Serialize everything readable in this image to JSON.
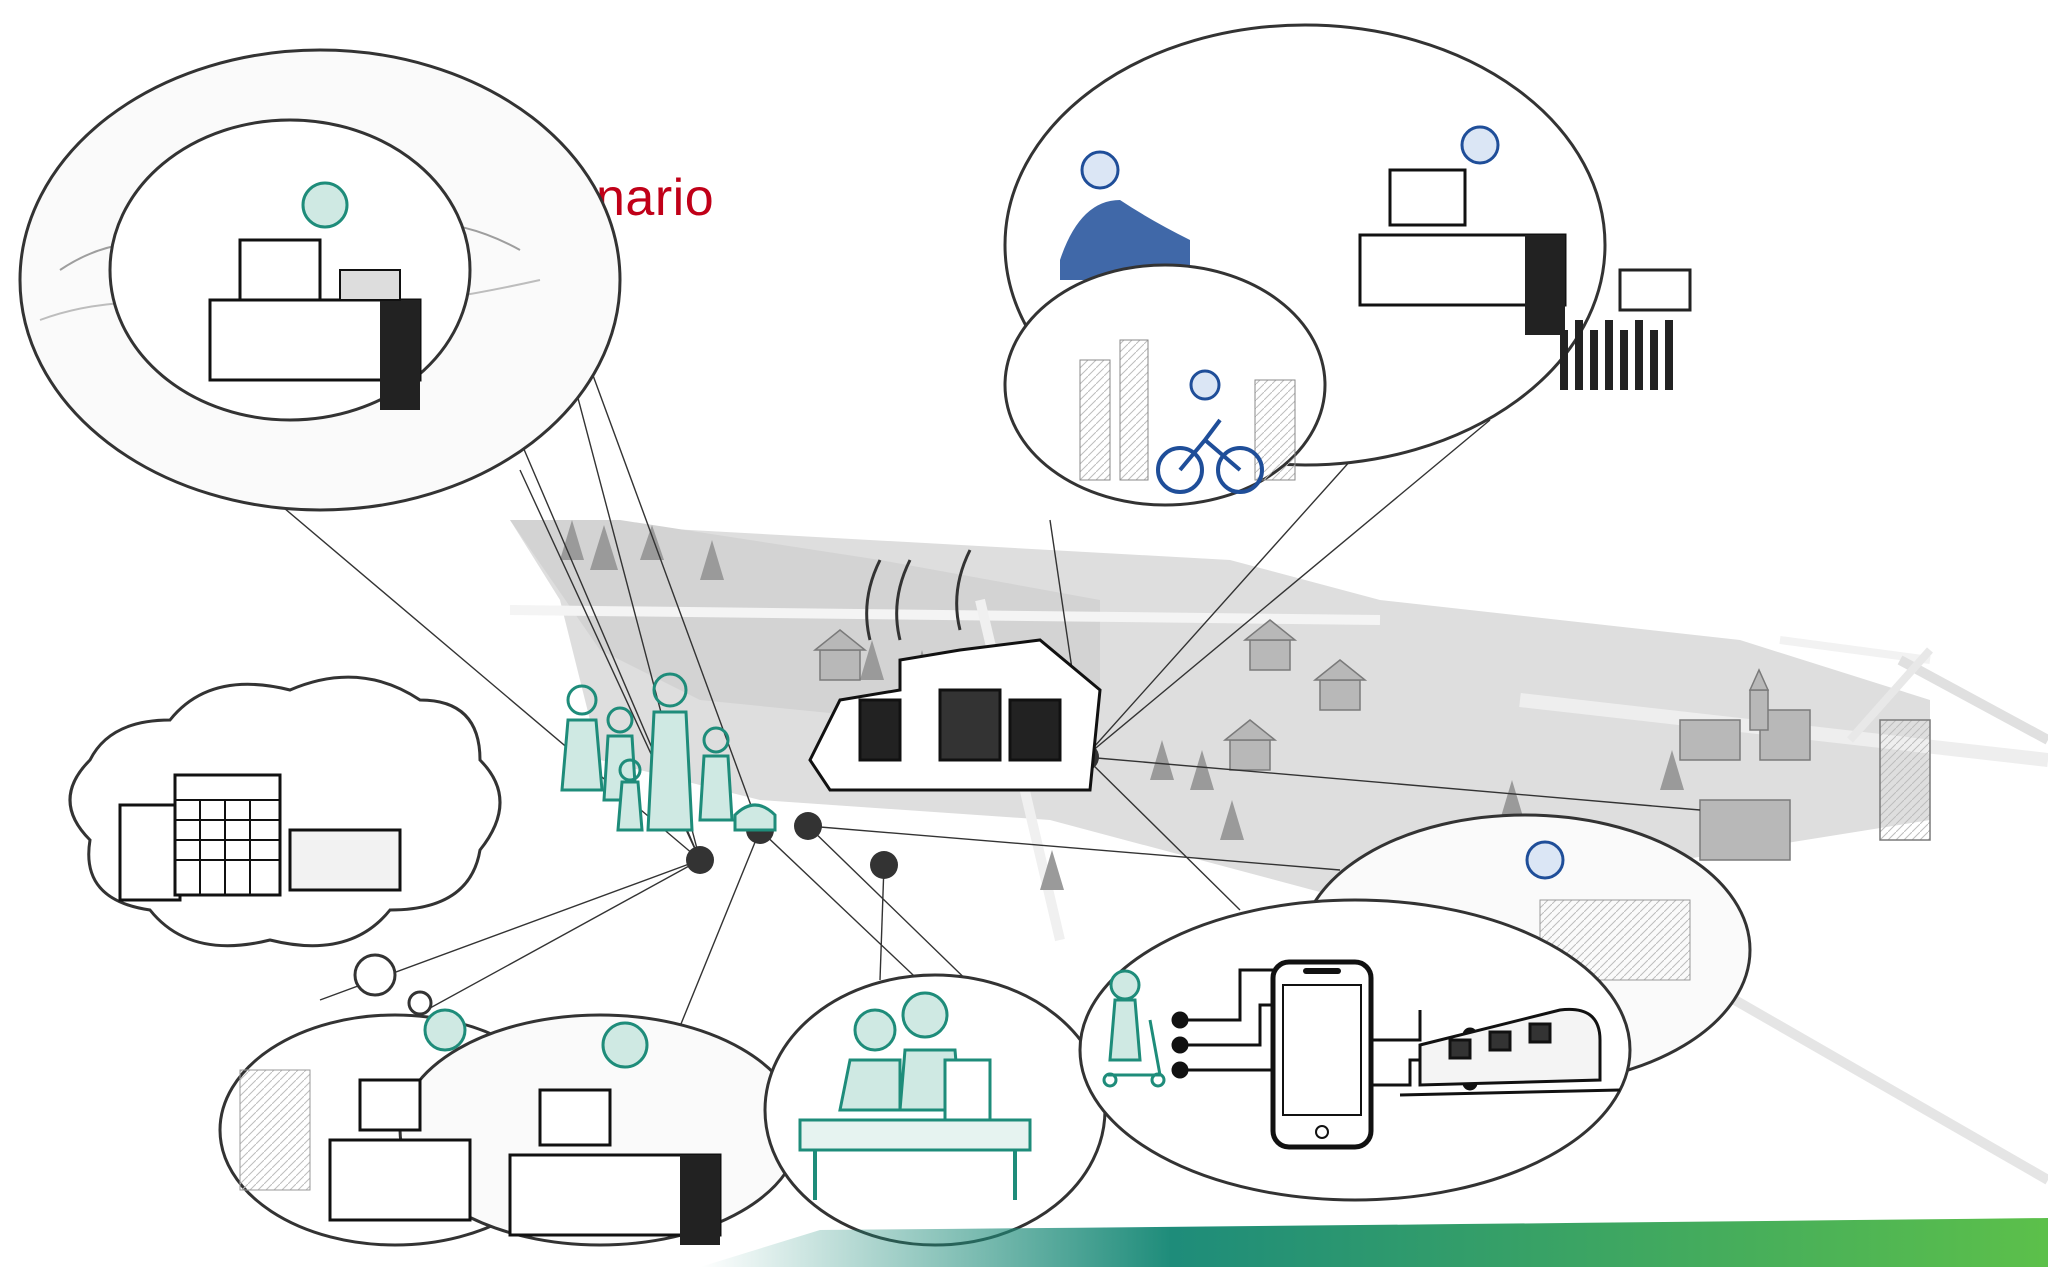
{
  "slide": {
    "title_fragment": "nario",
    "colors": {
      "accent_red": "#c00018",
      "teal": "#1e8c7a",
      "blue": "#1f4e99",
      "ink": "#1a1a1a",
      "map_grey": "#d9d9d9",
      "footer_start": "#1e8c7a",
      "footer_end": "#5cc04a"
    }
  },
  "scenes": [
    {
      "id": "home-office",
      "icon": "desk-worker-icon",
      "theme": "teal"
    },
    {
      "id": "family",
      "icon": "family-group-icon",
      "theme": "teal"
    },
    {
      "id": "factory",
      "icon": "factory-icon",
      "theme": "ink"
    },
    {
      "id": "executive-office",
      "icon": "businessman-icon",
      "theme": "blue"
    },
    {
      "id": "city-cyclist",
      "icon": "bicycle-icon",
      "theme": "blue"
    },
    {
      "id": "budget-thought",
      "icon": "calculator-calendar-money-icon",
      "theme": "ink"
    },
    {
      "id": "open-office",
      "icon": "office-workers-icon",
      "theme": "teal"
    },
    {
      "id": "couple-at-desk",
      "icon": "couple-computer-icon",
      "theme": "teal"
    },
    {
      "id": "mobility-app",
      "icon": "smartphone-icon",
      "theme": "ink"
    },
    {
      "id": "commute-office",
      "icon": "train-icon",
      "theme": "blue"
    }
  ]
}
